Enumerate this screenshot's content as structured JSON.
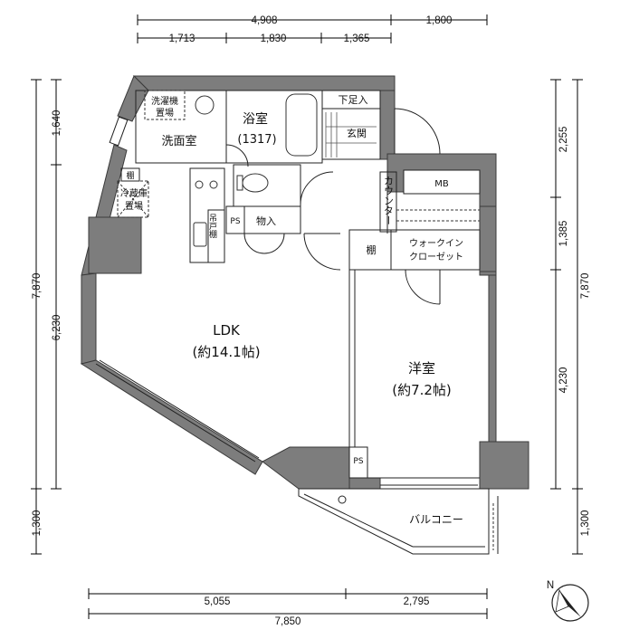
{
  "dimensions": {
    "top_total": "4,908",
    "top_balcony": "1,800",
    "top_segments": [
      "1,713",
      "1,830",
      "1,365"
    ],
    "left_upper": "1,640",
    "left_main": "6,230",
    "left_total": "7,870",
    "left_lower": "1,300",
    "right_upper": "2,255",
    "right_mid": "1,385",
    "right_lower": "4,230",
    "right_total": "7,870",
    "right_bottom": "1,300",
    "bottom_left": "5,055",
    "bottom_right": "2,795",
    "bottom_total": "7,850"
  },
  "rooms": {
    "ldk_name": "LDK",
    "ldk_size": "(約14.1帖)",
    "western_name": "洋室",
    "western_size": "(約7.2帖)",
    "bath_name": "浴室",
    "bath_size": "(1317)",
    "washroom": "洗面室",
    "washer_line1": "洗濯機",
    "washer_line2": "置場",
    "fridge_line1": "冷蔵庫",
    "fridge_line2": "置場",
    "shoe_rack": "下足入",
    "entrance": "玄関",
    "counter": "カウンター",
    "mb": "MB",
    "storage": "物入",
    "ps1": "PS",
    "ps2": "PS",
    "shelf1": "棚",
    "shelf2": "棚",
    "hanging_cabinet": "吊戸棚",
    "walkin_line1": "ウォークイン",
    "walkin_line2": "クローゼット",
    "balcony": "バルコニー"
  },
  "compass_label": "N",
  "colors": {
    "wall": "#7d7d7d",
    "line": "#000000",
    "background": "#ffffff"
  }
}
